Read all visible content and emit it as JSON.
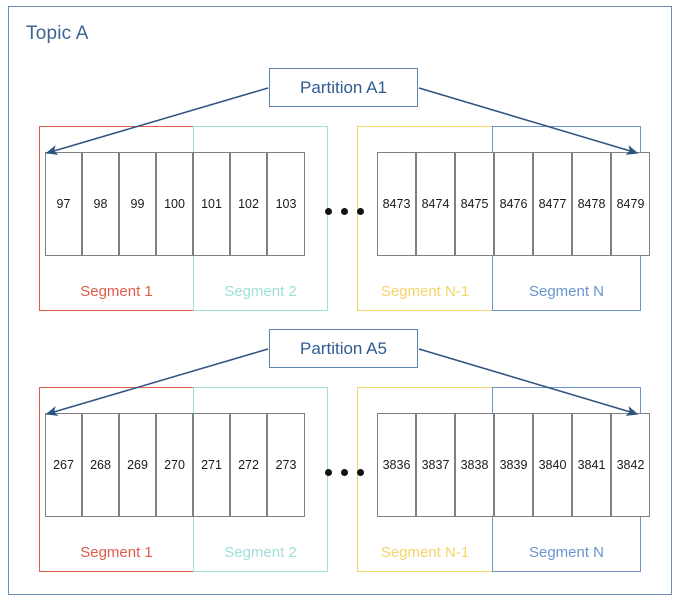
{
  "topic": {
    "title": "Topic A",
    "border_color": "#6b8cb0",
    "title_color": "#3d6591"
  },
  "colors": {
    "segment_1": "#e05c4a",
    "segment_2": "#9fe0d8",
    "segment_n_minus_1": "#f5d469",
    "segment_n": "#6a94cd",
    "cell_border": "#808080",
    "partition_border": "#5b83ab",
    "partition_text": "#2f5c92",
    "arrow": "#2d5480"
  },
  "partitions": [
    {
      "label": "Partition A1",
      "segments": [
        {
          "name": "Segment 1",
          "color_key": "segment_1",
          "color": "#e05c4a",
          "offsets": [
            "97",
            "98",
            "99",
            "100"
          ]
        },
        {
          "name": "Segment 2",
          "color_key": "segment_2",
          "color": "#9fe0d8",
          "offsets": [
            "101",
            "102",
            "103"
          ]
        },
        {
          "name": "Segment N-1",
          "color_key": "segment_n_minus_1",
          "color": "#f5d469",
          "offsets": [
            "8473",
            "8474",
            "8475"
          ]
        },
        {
          "name": "Segment N",
          "color_key": "segment_n",
          "color": "#6a94cd",
          "offsets": [
            "8476",
            "8477",
            "8478",
            "8479"
          ]
        }
      ],
      "ellipsis": "• • •"
    },
    {
      "label": "Partition A5",
      "segments": [
        {
          "name": "Segment 1",
          "color_key": "segment_1",
          "color": "#e05c4a",
          "offsets": [
            "267",
            "268",
            "269",
            "270"
          ]
        },
        {
          "name": "Segment 2",
          "color_key": "segment_2",
          "color": "#9fe0d8",
          "offsets": [
            "271",
            "272",
            "273"
          ]
        },
        {
          "name": "Segment N-1",
          "color_key": "segment_n_minus_1",
          "color": "#f5d469",
          "offsets": [
            "3836",
            "3837",
            "3838"
          ]
        },
        {
          "name": "Segment N",
          "color_key": "segment_n",
          "color": "#6a94cd",
          "offsets": [
            "3839",
            "3840",
            "3841",
            "3842"
          ]
        }
      ],
      "ellipsis": "• • •"
    }
  ]
}
